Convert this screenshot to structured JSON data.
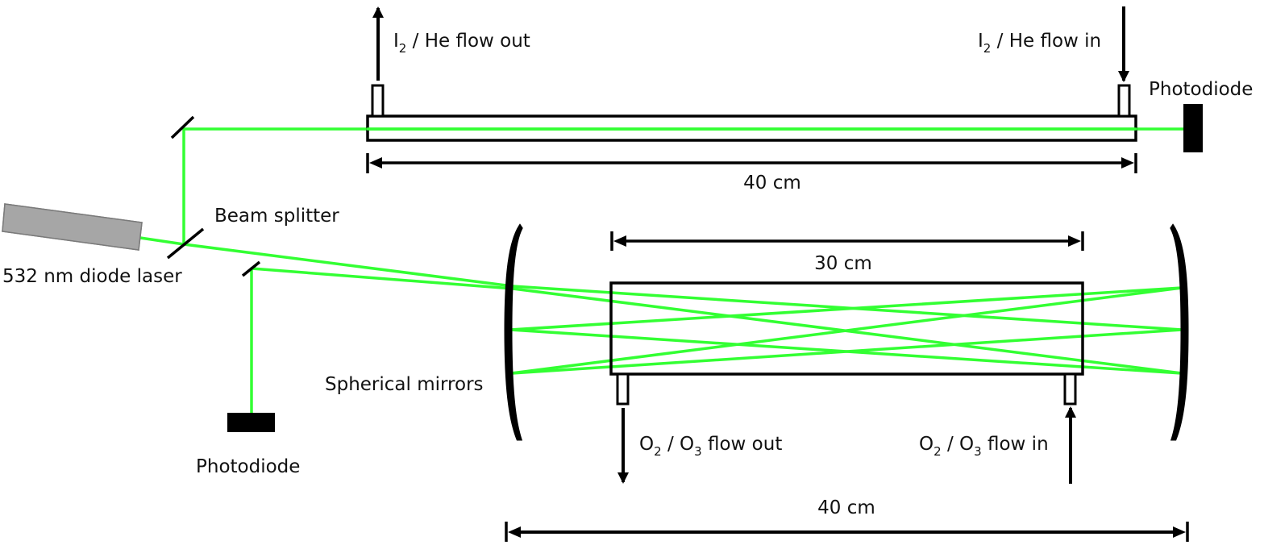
{
  "diagram": {
    "colors": {
      "beam": "#33ff33",
      "line": "#000000",
      "laser_body": "#a6a6a6",
      "laser_edge": "#7a7a7a",
      "photodiode": "#000000"
    },
    "labels": {
      "laser": "532 nm diode laser",
      "beam_splitter": "Beam splitter",
      "spherical_mirrors": "Spherical mirrors",
      "photodiode_top": "Photodiode",
      "photodiode_bottom": "Photodiode",
      "i2_flow_out": {
        "species": "I",
        "sub": "2",
        "rest": " / He flow out"
      },
      "i2_flow_in": {
        "species": "I",
        "sub": "2",
        "rest": " / He flow in"
      },
      "o2_flow_out": {
        "a": "O",
        "a_sub": "2",
        "mid": " / O",
        "b_sub": "3",
        "rest": " flow out"
      },
      "o2_flow_in": {
        "a": "O",
        "a_sub": "2",
        "mid": " / O",
        "b_sub": "3",
        "rest": " flow in"
      },
      "top_cell_length": "40 cm",
      "bottom_cell_length": "30 cm",
      "mirror_separation": "40 cm"
    },
    "components": [
      {
        "name": "532 nm diode laser",
        "type": "laser"
      },
      {
        "name": "Beam splitter",
        "type": "beam-splitter"
      },
      {
        "name": "Steering mirror (top)",
        "type": "flat-mirror"
      },
      {
        "name": "Steering mirror (reference)",
        "type": "flat-mirror"
      },
      {
        "name": "I2/He absorption cell",
        "type": "cell",
        "length": "40 cm"
      },
      {
        "name": "O2/O3 multipass cell",
        "type": "cell",
        "length": "30 cm"
      },
      {
        "name": "Spherical mirrors",
        "type": "spherical-mirror-pair",
        "separation": "40 cm"
      },
      {
        "name": "Photodiode (I2 cell)",
        "type": "detector"
      },
      {
        "name": "Photodiode (multipass)",
        "type": "detector"
      }
    ]
  }
}
